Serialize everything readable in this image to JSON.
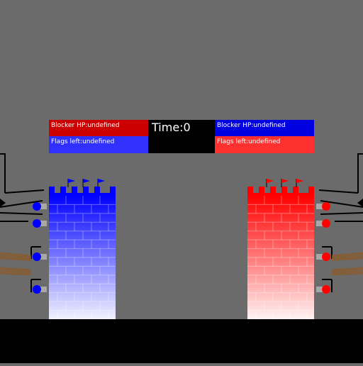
{
  "hud": {
    "timer_text": "Time:0",
    "blue": {
      "blocker_hp": "Blocker HP:undefined",
      "flags_left": "Flags left:undefined"
    },
    "red": {
      "blocker_hp": "Blocker HP:undefined",
      "flags_left": "Flags left:undefined"
    }
  },
  "teams": {
    "blue": {
      "primary": "#0000ff",
      "hud_blocker_bg": "#cc0000",
      "hud_flags_bg": "#3030ff"
    },
    "red": {
      "primary": "#ff0000",
      "hud_blocker_bg": "#0000e0",
      "hud_flags_bg": "#ff3030"
    }
  },
  "colors": {
    "background": "#6b6b6b",
    "ground": "#000000",
    "rail": "#000000",
    "rope": "#8b5a2b"
  },
  "icons": {
    "tower_flag": "flag-icon",
    "cannon_ball": "circle-icon"
  }
}
